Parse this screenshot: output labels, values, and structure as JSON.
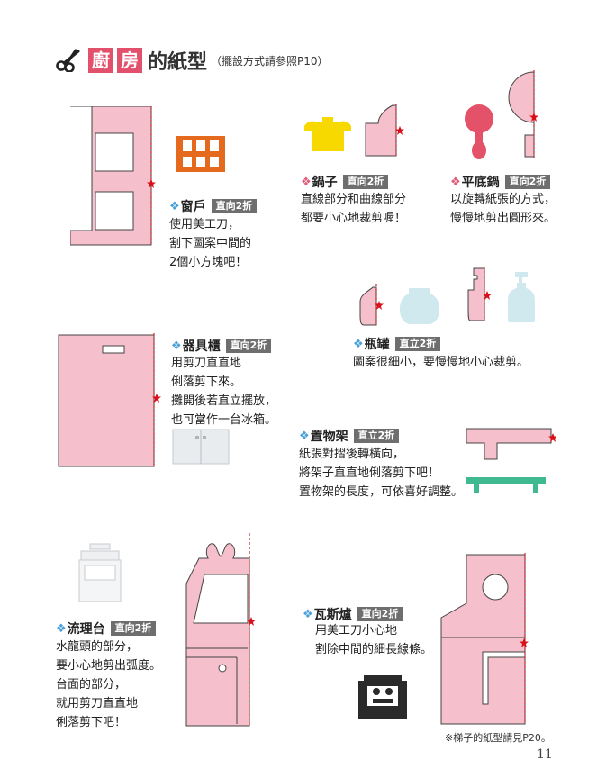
{
  "header": {
    "title_chars": [
      "廚",
      "房"
    ],
    "title_rest": "的紙型",
    "subtitle": "（擺設方式請參照P10）"
  },
  "items": [
    {
      "name": "窗戶",
      "tag": "直向2折",
      "lines": [
        "使用美工刀，",
        "割下圖案中間的",
        "2個小方塊吧！"
      ]
    },
    {
      "name": "鍋子",
      "tag": "直向2折",
      "lines": [
        "直線部分和曲線部分",
        "都要小心地裁剪喔！"
      ]
    },
    {
      "name": "平底鍋",
      "tag": "直向2折",
      "lines": [
        "以旋轉紙張的方式，",
        "慢慢地剪出圓形來。"
      ]
    },
    {
      "name": "瓶罐",
      "tag": "直立2折",
      "lines": [
        "圖案很細小，要慢慢地小心裁剪。"
      ]
    },
    {
      "name": "器具櫃",
      "tag": "直向2折",
      "lines": [
        "用剪刀直直地",
        "俐落剪下來。",
        "攤開後若直立擺放，",
        "也可當作一台冰箱。"
      ]
    },
    {
      "name": "置物架",
      "tag": "直立2折",
      "lines": [
        "紙張對摺後轉橫向，",
        "將架子直直地俐落剪下吧！",
        "置物架的長度，可依喜好調整。"
      ]
    },
    {
      "name": "流理台",
      "tag": "直向2折",
      "lines": [
        "水龍頭的部分，",
        "要小心地剪出弧度。",
        "台面的部分，",
        "就用剪刀直直地",
        "俐落剪下吧！"
      ]
    },
    {
      "name": "瓦斯爐",
      "tag": "直向2折",
      "lines": [
        "用美工刀小心地",
        "割除中間的細長線條。"
      ]
    }
  ],
  "footnote": "※梯子的紙型請見P20。",
  "page_number": "11",
  "colors": {
    "pattern_pink": "#f5bfcc",
    "fold_line": "#c0272d",
    "header_accent": "#e2506c",
    "tag_gray": "#6e6e6e"
  },
  "icons": {
    "header": "scissors-icon",
    "bullet": "diamond-cluster-icon",
    "fold_marker": "star-icon"
  }
}
